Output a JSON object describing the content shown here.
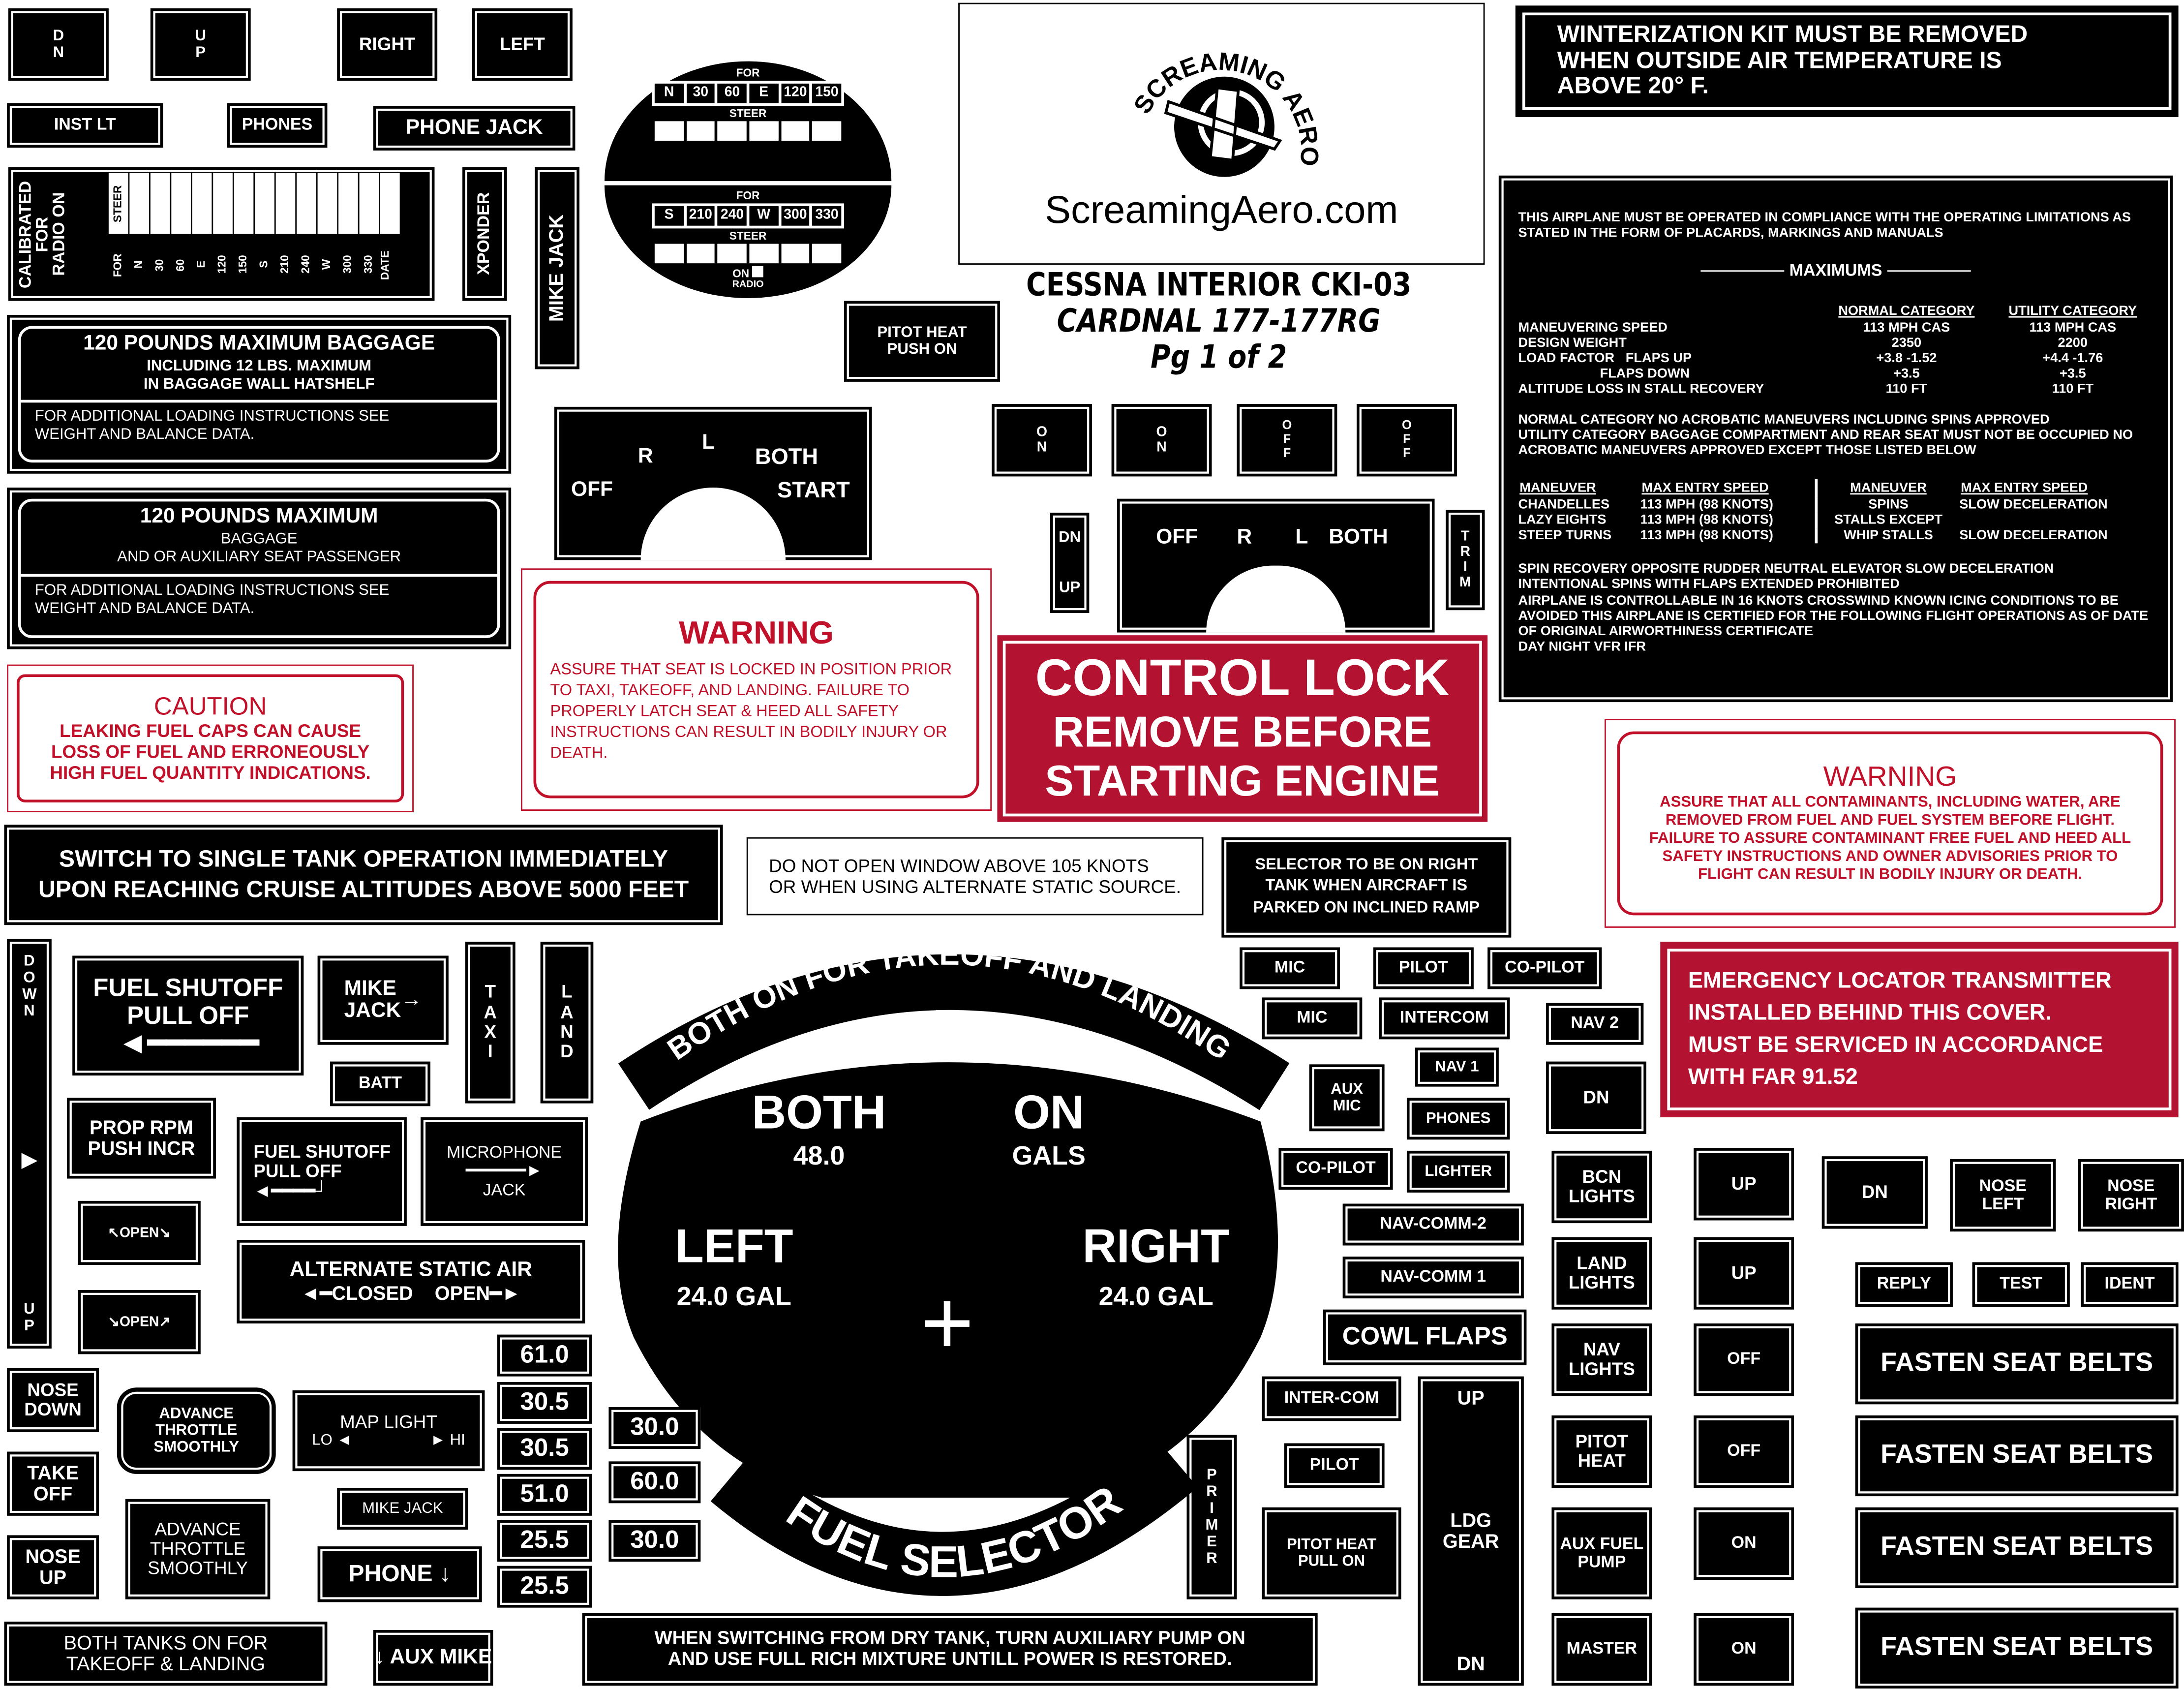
{
  "top": {
    "dn": "D\nN",
    "up": "U\nP",
    "right": "RIGHT",
    "left": "LEFT",
    "inst_lt": "INST LT",
    "phones": "PHONES",
    "phone_jack": "PHONE JACK",
    "xponder": "XPONDER",
    "mike_jack": "MIKE JACK"
  },
  "calib": {
    "title": "CALIBRATED\nFOR\nRADIO ON",
    "for": "FOR",
    "steer": "STEER",
    "headings": [
      "N",
      "30",
      "60",
      "E",
      "120",
      "150",
      "S",
      "210",
      "240",
      "W",
      "300",
      "330"
    ],
    "date": "DATE"
  },
  "compass": {
    "for": "FOR",
    "steer": "STEER",
    "top": [
      "N",
      "30",
      "60",
      "E",
      "120",
      "150"
    ],
    "bottom": [
      "S",
      "210",
      "240",
      "W",
      "300",
      "330"
    ],
    "on": "ON",
    "radio": "RADIO"
  },
  "logo": {
    "arc": "SCREAMING AERO",
    "url": "ScreamingAero.com"
  },
  "title": {
    "line1": "CESSNA INTERIOR CKI-03",
    "line2": "CARDNAL 177-177RG",
    "line3": "Pg 1 of 2"
  },
  "winter": "WINTERIZATION KIT MUST BE REMOVED\nWHEN OUTSIDE AIR TEMPERATURE IS\nABOVE 20° F.",
  "maximums": {
    "intro": "THIS AIRPLANE MUST BE OPERATED IN COMPLIANCE WITH THE OPERATING LIMITATIONS AS STATED IN THE FORM OF PLACARDS, MARKINGS AND MANUALS",
    "heading": "MAXIMUMS",
    "col_normal": "NORMAL CATEGORY",
    "col_utility": "UTILITY CATEGORY",
    "rows": [
      [
        "MANEUVERING SPEED",
        "113 MPH CAS",
        "113 MPH CAS"
      ],
      [
        "DESIGN WEIGHT",
        "2350",
        "2200"
      ],
      [
        "LOAD FACTOR   FLAPS UP",
        "+3.8 -1.52",
        "+4.4 -1.76"
      ],
      [
        "                      FLAPS DOWN",
        "+3.5",
        "+3.5"
      ],
      [
        "ALTITUDE LOSS IN STALL RECOVERY",
        "110 FT",
        "110 FT"
      ]
    ],
    "cat_text": "NORMAL CATEGORY   NO ACROBATIC MANEUVERS INCLUDING SPINS APPROVED\nUTILITY CATEGORY   BAGGAGE COMPARTMENT AND REAR SEAT MUST NOT BE OCCUPIED   NO ACROBATIC MANEUVERS APPROVED EXCEPT THOSE LISTED BELOW",
    "man_h": "MANEUVER",
    "speed_h": "MAX ENTRY SPEED",
    "left_rows": [
      [
        "CHANDELLES",
        "113 MPH (98 KNOTS)"
      ],
      [
        "LAZY EIGHTS",
        "113 MPH (98 KNOTS)"
      ],
      [
        "STEEP TURNS",
        "113 MPH (98 KNOTS)"
      ]
    ],
    "right_rows": [
      [
        "SPINS",
        "SLOW DECELERATION"
      ],
      [
        "STALLS EXCEPT",
        ""
      ],
      [
        "WHIP STALLS",
        "SLOW DECELERATION"
      ]
    ],
    "footer": "SPIN RECOVERY   OPPOSITE RUDDER   NEUTRAL ELEVATOR SLOW DECELERATION\nINTENTIONAL SPINS WITH FLAPS EXTENDED PROHIBITED\nAIRPLANE IS CONTROLLABLE IN 16 KNOTS CROSSWIND KNOWN ICING CONDITIONS TO BE AVOIDED THIS AIRPLANE IS CERTIFIED FOR THE FOLLOWING FLIGHT OPERATIONS AS OF DATE OF ORIGINAL AIRWORTHINESS CERTIFICATE\nDAY   NIGHT   VFR   IFR"
  },
  "bag1": {
    "l1": "120 POUNDS MAXIMUM BAGGAGE",
    "l2": "INCLUDING 12 LBS. MAXIMUM\nIN BAGGAGE WALL HATSHELF",
    "l3": "FOR ADDITIONAL LOADING INSTRUCTIONS SEE\nWEIGHT AND BALANCE DATA."
  },
  "bag2": {
    "l1": "120 POUNDS MAXIMUM",
    "l2": "BAGGAGE\nAND OR AUXILIARY SEAT PASSENGER",
    "l3": "FOR ADDITIONAL LOADING INSTRUCTIONS SEE\nWEIGHT AND BALANCE DATA."
  },
  "caution": {
    "title": "CAUTION",
    "text": "LEAKING FUEL CAPS CAN CAUSE\nLOSS OF FUEL AND ERRONEOUSLY\nHIGH FUEL QUANTITY INDICATIONS."
  },
  "warn1": {
    "title": "WARNING",
    "text": "ASSURE THAT SEAT IS LOCKED IN POSITION PRIOR TO TAXI, TAKEOFF, AND LANDING. FAILURE TO PROPERLY LATCH SEAT & HEED ALL SAFETY INSTRUCTIONS CAN RESULT IN BODILY INJURY OR DEATH."
  },
  "warn2": {
    "title": "WARNING",
    "text": "ASSURE THAT ALL CONTAMINANTS, INCLUDING WATER, ARE REMOVED FROM FUEL AND FUEL SYSTEM BEFORE FLIGHT. FAILURE TO ASSURE CONTAMINANT FREE FUEL AND HEED ALL SAFETY INSTRUCTIONS AND OWNER ADVISORIES PRIOR TO FLIGHT CAN RESULT IN BODILY INJURY OR DEATH."
  },
  "control_lock": {
    "l1": "CONTROL LOCK",
    "l2": "REMOVE BEFORE\nSTARTING ENGINE"
  },
  "elt": "EMERGENCY LOCATOR TRANSMITTER\nINSTALLED BEHIND THIS COVER.\nMUST BE SERVICED IN ACCORDANCE\nWITH FAR 91.52",
  "mag": {
    "off": "OFF",
    "r": "R",
    "l": "L",
    "both": "BOTH",
    "start": "START"
  },
  "switches": {
    "pitot_push": "PITOT HEAT\nPUSH ON",
    "on": "O\nN",
    "off": "O\nF\nF",
    "dn_up_dn": "DN",
    "dn_up_up": "UP",
    "trim": "T\nR\nI\nM"
  },
  "single_tank": "SWITCH TO SINGLE TANK OPERATION IMMEDIATELY\nUPON REACHING CRUISE ALTITUDES ABOVE 5000 FEET",
  "window": "DO NOT OPEN WINDOW ABOVE 105 KNOTS\nOR WHEN USING ALTERNATE STATIC SOURCE.",
  "selector_ramp": "SELECTOR TO BE ON RIGHT\nTANK WHEN AIRCRAFT IS\nPARKED ON INCLINED RAMP",
  "left": {
    "down": "DOWN",
    "up": "UP",
    "fuel_shutoff": "FUEL SHUTOFF\nPULL OFF",
    "mike_jack": "MIKE\nJACK",
    "taxi": "T\nA\nX\nI",
    "land": "L\nA\nN\nD",
    "batt": "BATT",
    "prop": "PROP RPM\nPUSH INCR",
    "fuel_shutoff2": "FUEL SHUTOFF\nPULL OFF",
    "microphone": "MICROPHONE",
    "jack": "JACK",
    "open": "OPEN",
    "alt_static": "ALTERNATE  STATIC  AIR",
    "closed": "CLOSED",
    "open2": "OPEN",
    "nose_down": "NOSE\nDOWN",
    "take_off": "TAKE\nOFF",
    "nose_up": "NOSE\nUP",
    "advance": "ADVANCE\nTHROTTLE\nSMOOTHLY",
    "map_light": "MAP LIGHT",
    "lo": "LO ◄",
    "hi": "► HI",
    "mike_jack2": "MIKE JACK",
    "phone": "PHONE ↓",
    "both_tanks": "BOTH TANKS ON FOR\nTAKEOFF & LANDING",
    "aux_mike": "↓ AUX MIKE",
    "when_switching": "WHEN SWITCHING FROM DRY TANK, TURN AUXILIARY PUMP ON\nAND USE FULL RICH MIXTURE UNTILL POWER IS RESTORED.",
    "primer": "P\nR\nI\nM\nE\nR"
  },
  "numbers": {
    "col1": [
      "61.0",
      "30.5",
      "30.5",
      "51.0",
      "25.5",
      "25.5"
    ],
    "col2": [
      "30.0",
      "60.0",
      "30.0"
    ]
  },
  "fuel": {
    "top_arc": "BOTH ON FOR TAKEOFF AND LANDING",
    "bottom_arc": "FUEL SELECTOR",
    "both": "BOTH",
    "both_val": "48.0",
    "on": "ON",
    "gals": "GALS",
    "left": "LEFT",
    "left_val": "24.0 GAL",
    "right": "RIGHT",
    "right_val": "24.0 GAL",
    "plus": "+"
  },
  "audio": {
    "mic": "MIC",
    "pilot": "PILOT",
    "copilot": "CO-PILOT",
    "intercom": "INTERCOM",
    "nav2": "NAV 2",
    "aux_mic": "AUX\nMIC",
    "nav1": "NAV 1",
    "dn": "DN",
    "phones": "PHONES",
    "lighter": "LIGHTER",
    "bcn": "BCN\nLIGHTS",
    "navcomm2": "NAV-COMM-2",
    "navcomm1": "NAV-COMM 1",
    "land_lights": "LAND\nLIGHTS",
    "cowl": "COWL FLAPS",
    "nav_lights": "NAV\nLIGHTS",
    "inter_com": "INTER-COM",
    "pilot2": "PILOT",
    "ldg_up": "UP",
    "ldg": "LDG\nGEAR",
    "ldg_dn": "DN",
    "pitot_pull": "PITOT HEAT\nPULL ON",
    "pitot_heat": "PITOT\nHEAT",
    "aux_fuel": "AUX FUEL\nPUMP",
    "master": "MASTER"
  },
  "right": {
    "up": "UP",
    "dn": "DN",
    "nose_left": "NOSE\nLEFT",
    "nose_right": "NOSE\nRIGHT",
    "reply": "REPLY",
    "test": "TEST",
    "ident": "IDENT",
    "off": "OFF",
    "on": "ON",
    "fasten": "FASTEN SEAT BELTS"
  },
  "colors": {
    "red": "#b31230",
    "black": "#000000",
    "white": "#ffffff"
  }
}
